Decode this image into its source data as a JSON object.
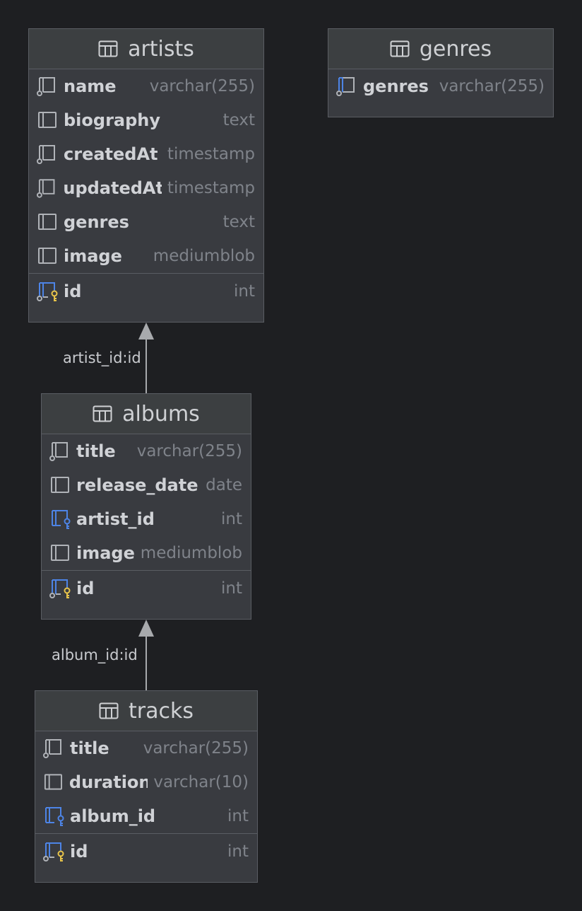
{
  "tables": {
    "artists": {
      "name": "artists",
      "columns": [
        {
          "name": "name",
          "type": "varchar(255)",
          "icon": "not-null-column-icon"
        },
        {
          "name": "biography",
          "type": "text",
          "icon": "column-icon"
        },
        {
          "name": "createdAt",
          "type": "timestamp",
          "icon": "not-null-column-icon"
        },
        {
          "name": "updatedAt",
          "type": "timestamp",
          "icon": "not-null-column-icon"
        },
        {
          "name": "genres",
          "type": "text",
          "icon": "column-icon"
        },
        {
          "name": "image",
          "type": "mediumblob",
          "icon": "column-icon"
        }
      ],
      "primary_key": {
        "name": "id",
        "type": "int",
        "icon": "primary-key-icon"
      }
    },
    "genres": {
      "name": "genres",
      "columns": [
        {
          "name": "genres",
          "type": "varchar(255)",
          "icon": "not-null-indexed-column-icon"
        }
      ]
    },
    "albums": {
      "name": "albums",
      "columns": [
        {
          "name": "title",
          "type": "varchar(255)",
          "icon": "not-null-column-icon"
        },
        {
          "name": "release_date",
          "type": "date",
          "icon": "column-icon"
        },
        {
          "name": "artist_id",
          "type": "int",
          "icon": "foreign-key-icon"
        },
        {
          "name": "image",
          "type": "mediumblob",
          "icon": "column-icon"
        }
      ],
      "primary_key": {
        "name": "id",
        "type": "int",
        "icon": "primary-key-icon"
      }
    },
    "tracks": {
      "name": "tracks",
      "columns": [
        {
          "name": "title",
          "type": "varchar(255)",
          "icon": "not-null-column-icon"
        },
        {
          "name": "duration",
          "type": "varchar(10)",
          "icon": "column-icon"
        },
        {
          "name": "album_id",
          "type": "int",
          "icon": "foreign-key-icon"
        }
      ],
      "primary_key": {
        "name": "id",
        "type": "int",
        "icon": "primary-key-icon"
      }
    }
  },
  "relations": [
    {
      "label": "artist_id:id",
      "from": "albums",
      "to": "artists"
    },
    {
      "label": "album_id:id",
      "from": "tracks",
      "to": "albums"
    }
  ],
  "colors": {
    "background": "#1e1f22",
    "table_body": "#393b40",
    "table_header": "#3c3f41",
    "border": "#5a5d63",
    "column_name": "#d0d2d6",
    "column_type": "#7f838a",
    "key_gold": "#e8c44a",
    "key_blue": "#4d84e6",
    "edge": "#a8aaad"
  }
}
